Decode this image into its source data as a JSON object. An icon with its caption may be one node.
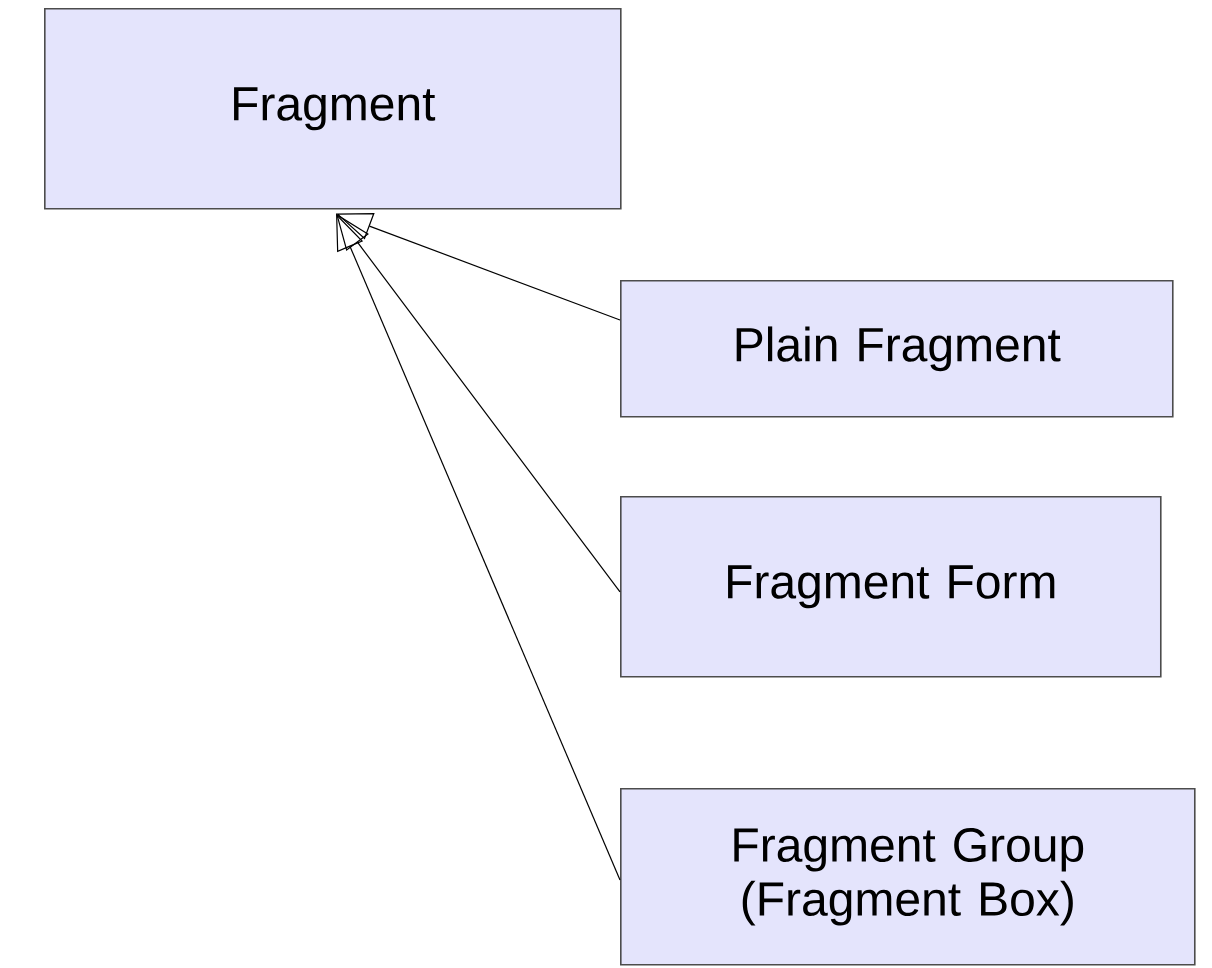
{
  "diagram": {
    "nodes": [
      {
        "text": [
          "Fragment"
        ]
      },
      {
        "text": [
          "Plain Fragment"
        ]
      },
      {
        "text": [
          "Fragment Form"
        ]
      },
      {
        "text": [
          "Fragment Group (Fragment Box)"
        ]
      }
    ],
    "edges": [
      {
        "from": 1,
        "to": 0,
        "arrow": "to"
      },
      {
        "from": 2,
        "to": 0,
        "arrow": "to"
      },
      {
        "from": 3,
        "to": 0,
        "arrow": "to"
      }
    ]
  }
}
